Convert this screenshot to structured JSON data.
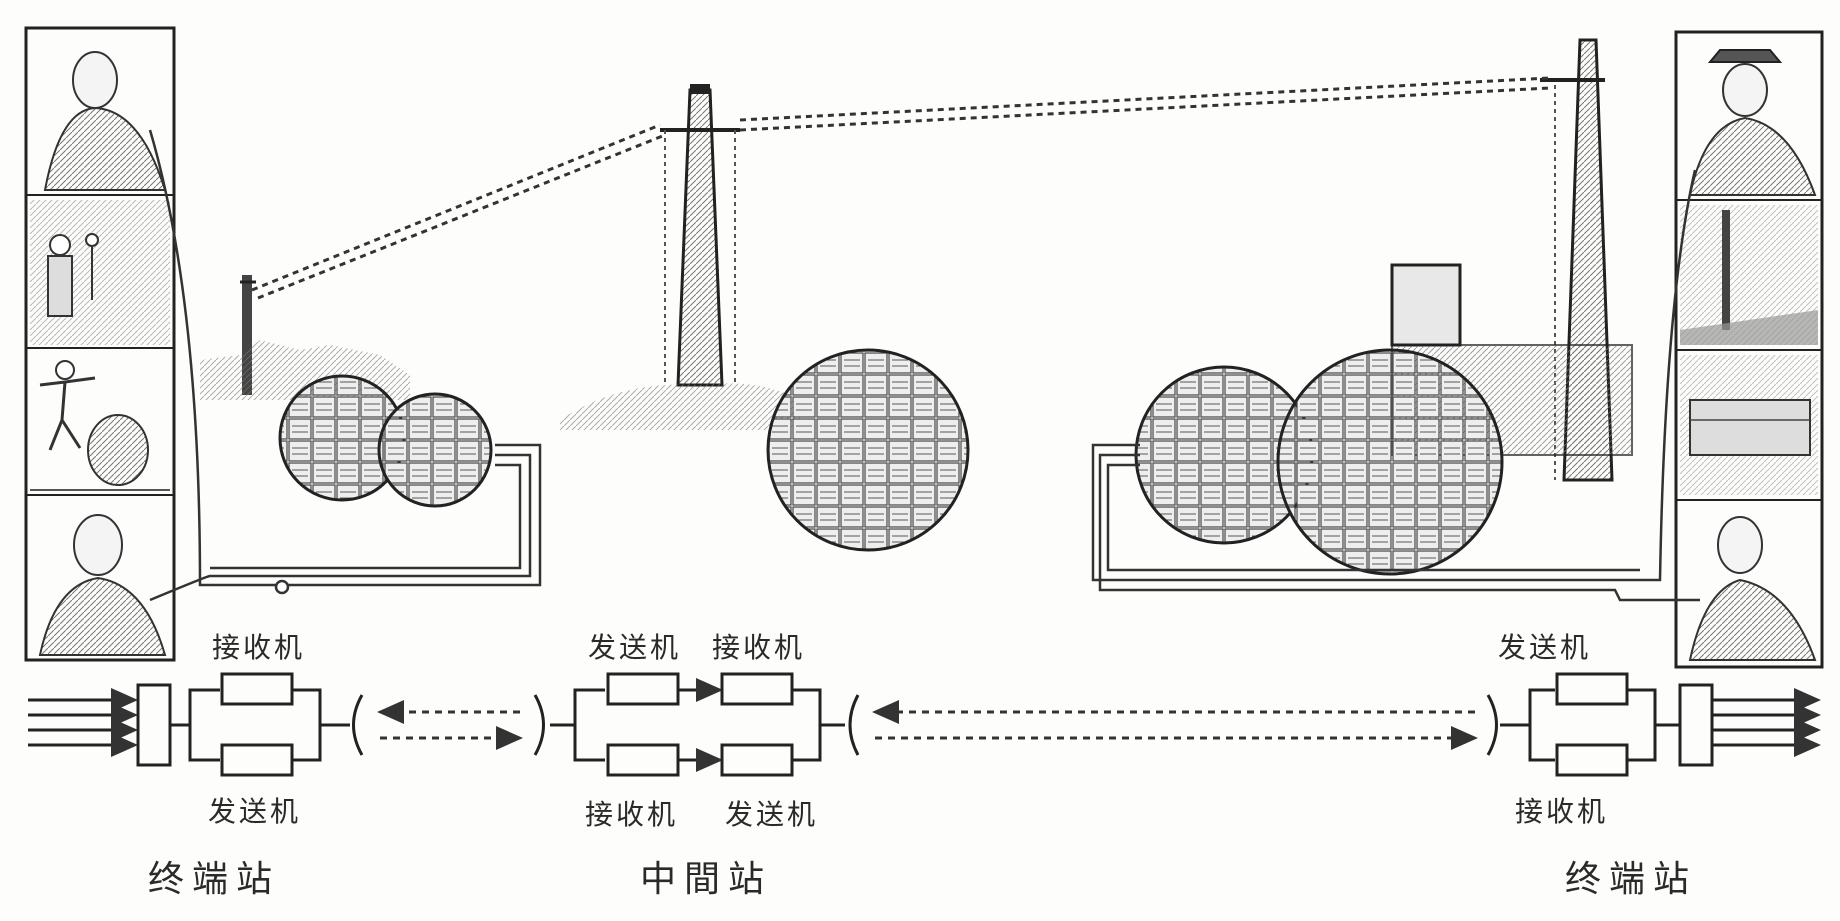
{
  "labels": {
    "left_receiver": "接收机",
    "left_sender": "发送机",
    "mid_sender_top": "发送机",
    "mid_receiver_top": "接收机",
    "mid_receiver_bottom": "接收机",
    "mid_sender_bottom": "发送机",
    "right_sender": "发送机",
    "right_receiver": "接收机",
    "left_station": "终端站",
    "middle_station": "中間站",
    "right_station": "终端站"
  },
  "colors": {
    "ink": "#2a2a2a",
    "paper": "#fdfdfb",
    "shade": "#8a8a8a"
  }
}
